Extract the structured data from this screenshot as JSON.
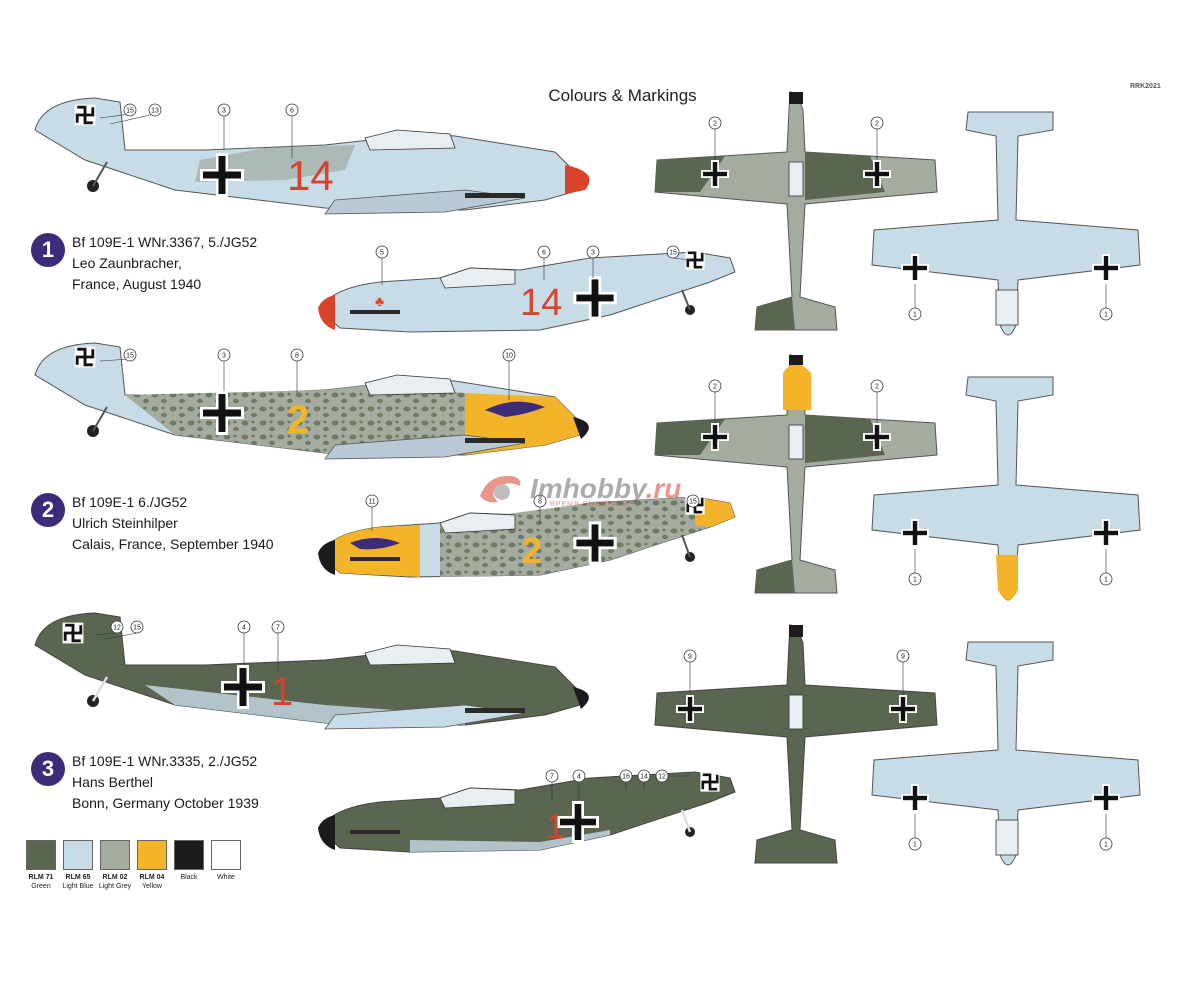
{
  "header": {
    "title": "Colours & Markings",
    "code": "RRK2021"
  },
  "markings": [
    {
      "number": "1",
      "line1": "Bf 109E-1 WNr.3367, 5./JG52",
      "line2": "Leo Zaunbracher,",
      "line3": "France, August 1940",
      "fuselage_code": "14"
    },
    {
      "number": "2",
      "line1": "Bf 109E-1 6./JG52",
      "line2": "Ulrich Steinhilper",
      "line3": "Calais, France, September 1940",
      "fuselage_code": "2"
    },
    {
      "number": "3",
      "line1": "Bf 109E-1 WNr.3335, 2./JG52",
      "line2": "Hans Berthel",
      "line3": "Bonn, Germany October 1939",
      "fuselage_code": "1"
    }
  ],
  "callouts": {
    "p1_left": [
      "15",
      "13",
      "3",
      "6"
    ],
    "p1_right": [
      "5",
      "6",
      "3",
      "15"
    ],
    "p2_left": [
      "15",
      "3",
      "8",
      "10"
    ],
    "p2_right": [
      "11",
      "8",
      "15"
    ],
    "p3_left": [
      "12",
      "15",
      "4",
      "7"
    ],
    "p3_right": [
      "7",
      "4",
      "16",
      "14",
      "12"
    ],
    "top1": [
      "2",
      "2"
    ],
    "top2": [
      "2",
      "2"
    ],
    "top3": [
      "9",
      "9"
    ],
    "bottom": [
      "1",
      "1"
    ]
  },
  "palette": [
    {
      "code": "RLM 71",
      "name": "Green",
      "color": "#5b6650"
    },
    {
      "code": "RLM 65",
      "name": "Light Blue",
      "color": "#c8dce8"
    },
    {
      "code": "RLM 02",
      "name": "Light Grey",
      "color": "#a4aca0"
    },
    {
      "code": "RLM 04",
      "name": "Yellow",
      "color": "#f4b42a"
    },
    {
      "code": "",
      "name": "Black",
      "color": "#1c1a1c"
    },
    {
      "code": "",
      "name": "White",
      "color": "#ffffff"
    }
  ],
  "colors": {
    "rlm71": "#5b6650",
    "rlm65": "#c8dce8",
    "rlm02": "#a4aca0",
    "rlm04": "#f4b42a",
    "red": "#d8432c",
    "badge": "#3d2a78"
  },
  "watermark": {
    "brand": "Imhobby",
    "tld": ".ru",
    "slogan": "ВРЕМЯ ВЫБИРАТЬ..."
  }
}
